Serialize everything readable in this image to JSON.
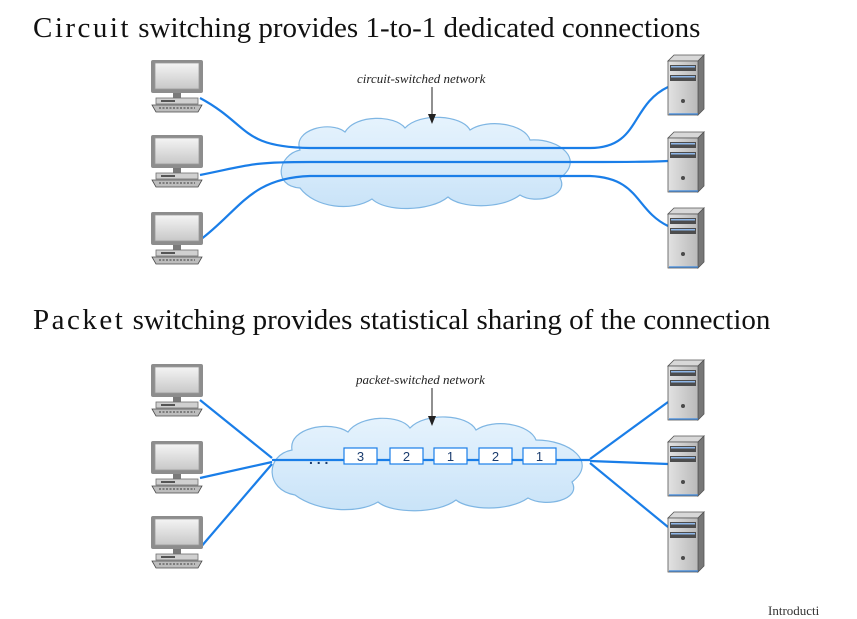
{
  "circuit": {
    "title_lead": "Circuit",
    "title_rest": " switching provides 1-to-1 dedicated connections",
    "network_label": "circuit-switched network"
  },
  "packet": {
    "title_lead": "Packet",
    "title_rest": " switching provides statistical sharing of the connection",
    "network_label": "packet-switched network",
    "ellipsis": ". . .",
    "packets": [
      "3",
      "2",
      "1",
      "2",
      "1"
    ]
  },
  "footer_fragment": "Introducti",
  "colors": {
    "link": "#1a7ee8",
    "cloud_fill": "#d6ebfa",
    "cloud_stroke": "#7fb6e3",
    "packet_border": "#1a7ee8"
  },
  "icons": {
    "client": "desktop-computer-icon",
    "server": "tower-server-icon",
    "network": "cloud-icon"
  }
}
